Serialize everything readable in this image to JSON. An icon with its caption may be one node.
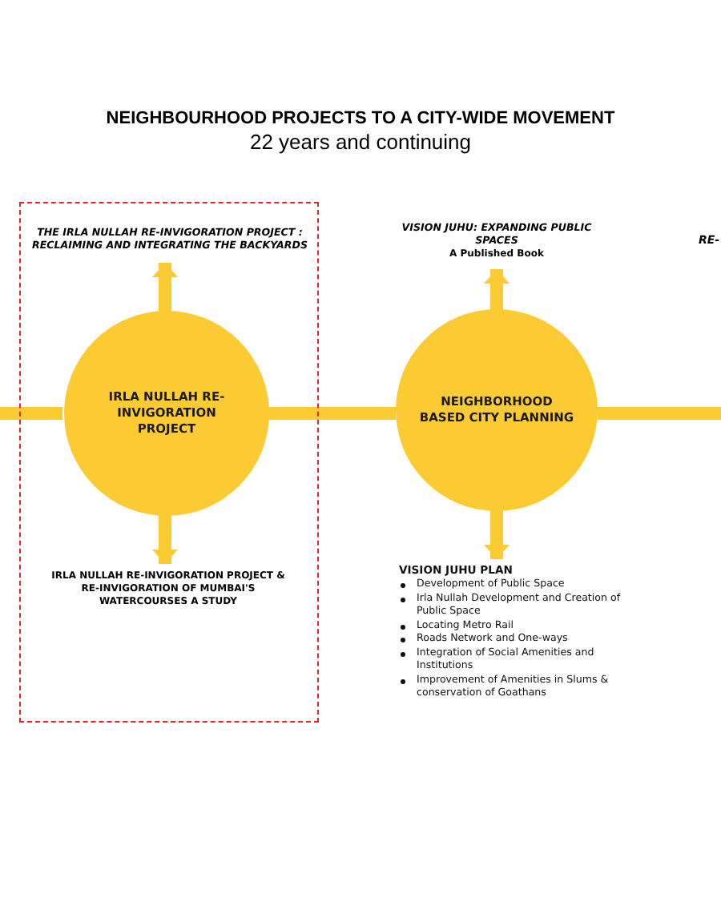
{
  "diagram": {
    "title": "NEIGHBOURHOOD PROJECTS TO A CITY-WIDE MOVEMENT",
    "nodes": [
      {
        "text": [],
        "shape": "box"
      },
      {
        "text": [
          "THE IRLA NULLAH  RE-INVIGORATION PROJECT : RECLAIMING AND INTEGRATING THE BACKYARDS"
        ],
        "in": 0
      },
      {
        "text": [
          "IRLA NULLAH RE-INVIGORATION PROJECT"
        ],
        "in": 0
      },
      {
        "text": [
          "IRLA NULLAH RE-INVIGORATION PROJECT & RE-INVIGORATION OF MUMBAI'S WATERCOURSES A STUDY"
        ],
        "in": 0
      },
      {
        "text": [
          "VISION JUHU: EXPANDING PUBLIC SPACES",
          "A Published Book"
        ]
      },
      {
        "text": [
          "NEIGHBORHOOD BASED CITY PLANNING"
        ]
      },
      {
        "text": [
          "VISION JUHU PLAN",
          "Development of Public Space",
          "Irla Nullah Development and Creation of Public Space",
          "Locating Metro Rail",
          "Roads Network and One-ways",
          "Integration of Social Amenities and Institutions",
          "Improvement of Amenities in Slums & conservation of Goathans"
        ]
      }
    ],
    "edges": [
      {
        "from": null,
        "to": 2,
        "arrow": "none"
      },
      {
        "from": 2,
        "to": 1,
        "arrow": "to"
      },
      {
        "from": 2,
        "to": 3,
        "arrow": "to"
      },
      {
        "from": 2,
        "to": 5,
        "arrow": "none"
      },
      {
        "from": 5,
        "to": 4,
        "arrow": "to"
      },
      {
        "from": 5,
        "to": 6,
        "arrow": "to"
      },
      {
        "from": 5,
        "to": null,
        "arrow": "none"
      }
    ],
    "labels": [
      "22 years and continuing",
      "RE-"
    ]
  }
}
